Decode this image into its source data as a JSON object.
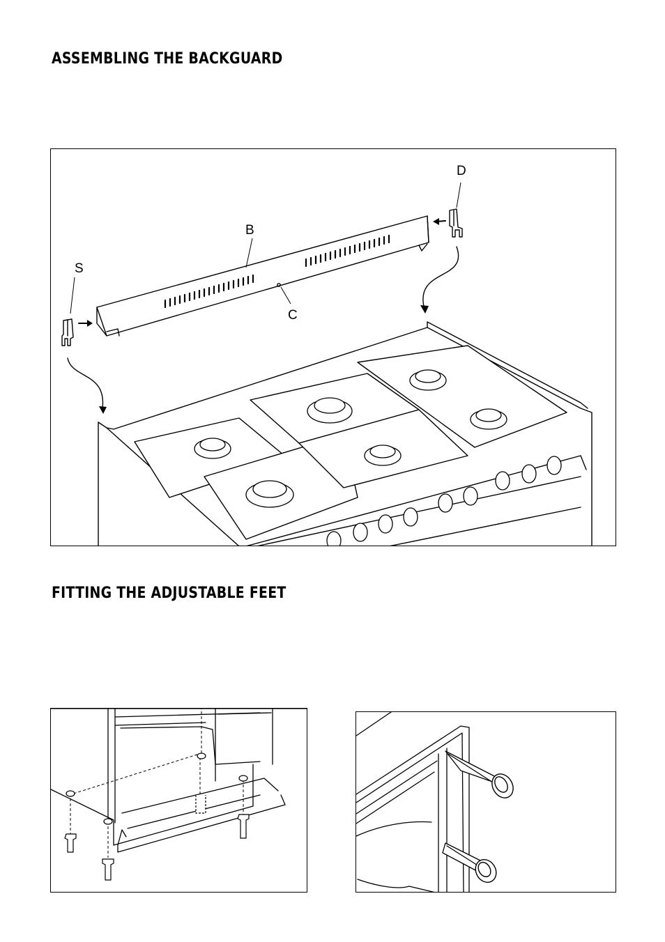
{
  "sections": {
    "backguard": {
      "title": "ASSEMBLING THE BACKGUARD"
    },
    "feet": {
      "title": "FITTING THE ADJUSTABLE FEET"
    }
  },
  "figure_labels": {
    "D": "D",
    "B": "B",
    "S": "S",
    "C": "C"
  }
}
